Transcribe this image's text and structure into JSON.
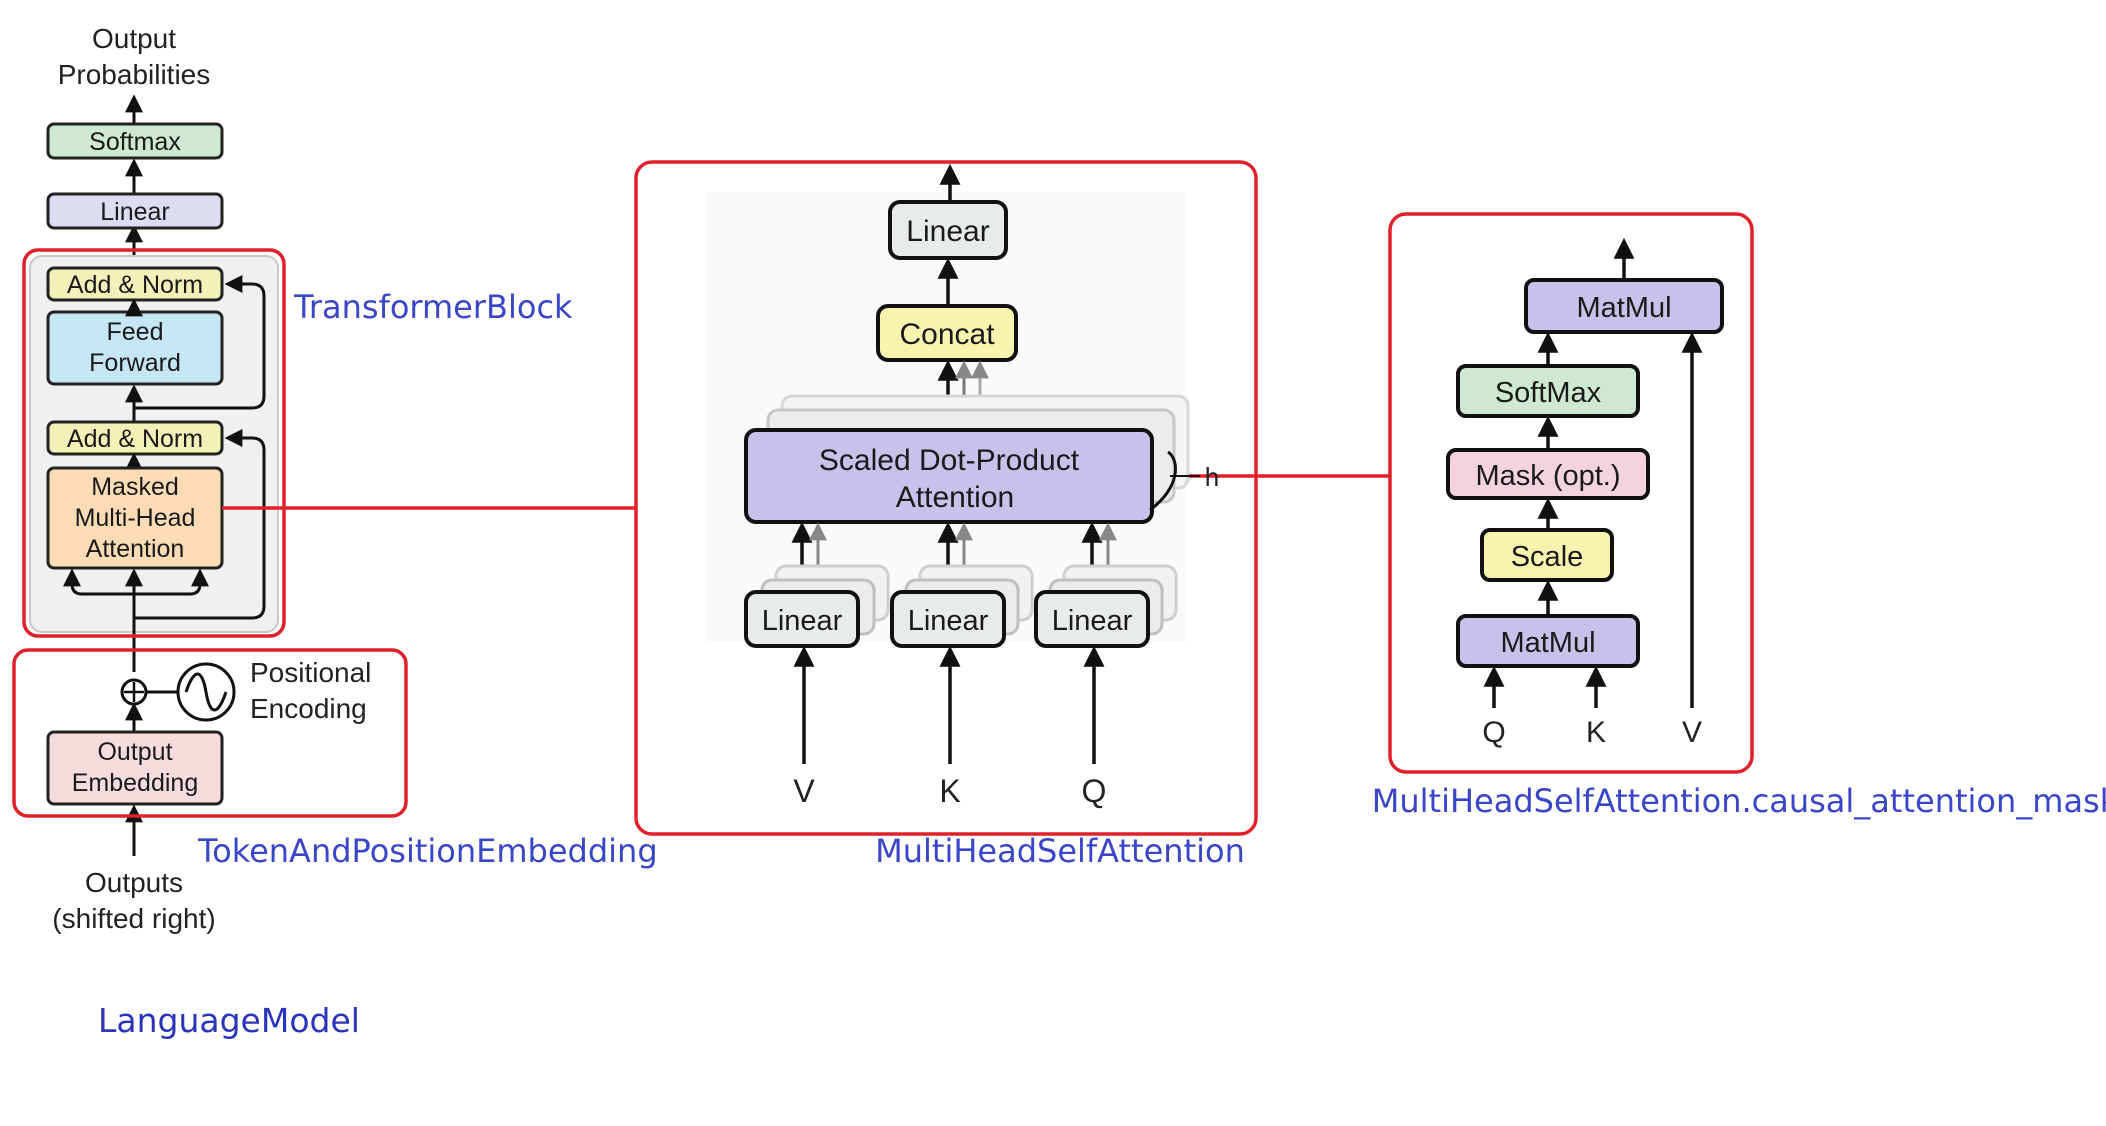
{
  "colors": {
    "highlight_red": "#e0202a",
    "code_blue": "#3a46c8",
    "softmax_green": "#cfe8d2",
    "linear_lavender": "#dcdcf2",
    "addnorm_yellow": "#f2f1b8",
    "feedforward_blue": "#c6e6f6",
    "attention_orange": "#fbdcb4",
    "embedding_pink": "#f6dcdc",
    "sdpa_purple": "#c6c2ea",
    "concat_yellow": "#f8f4b0",
    "mask_pink": "#f4d2e0",
    "mhsa_linear_gray": "#e8ece8"
  },
  "decoder": {
    "output_probabilities": [
      "Output",
      "Probabilities"
    ],
    "softmax": "Softmax",
    "linear": "Linear",
    "add_norm_top": "Add & Norm",
    "feed_forward": [
      "Feed",
      "Forward"
    ],
    "add_norm_bottom": "Add & Norm",
    "masked_mha": [
      "Masked",
      "Multi-Head",
      "Attention"
    ],
    "positional_encoding": [
      "Positional",
      "Encoding"
    ],
    "output_embedding": [
      "Output",
      "Embedding"
    ],
    "outputs": [
      "Outputs",
      "(shifted right)"
    ]
  },
  "mhsa": {
    "linear_top": "Linear",
    "concat": "Concat",
    "sdpa": [
      "Scaled Dot-Product",
      "Attention"
    ],
    "linear_v": "Linear",
    "linear_k": "Linear",
    "linear_q": "Linear",
    "input_v": "V",
    "input_k": "K",
    "input_q": "Q",
    "heads_symbol": "h"
  },
  "sdpa_detail": {
    "matmul_top": "MatMul",
    "softmax": "SoftMax",
    "mask": "Mask (opt.)",
    "scale": "Scale",
    "matmul_bottom": "MatMul",
    "input_q": "Q",
    "input_k": "K",
    "input_v": "V"
  },
  "labels": {
    "transformer_block": "TransformerBlock",
    "token_position_embedding": "TokenAndPositionEmbedding",
    "multi_head_self_attention": "MultiHeadSelfAttention",
    "causal_mask": "MultiHeadSelfAttention.causal_attention_mask",
    "language_model": "LanguageModel"
  }
}
